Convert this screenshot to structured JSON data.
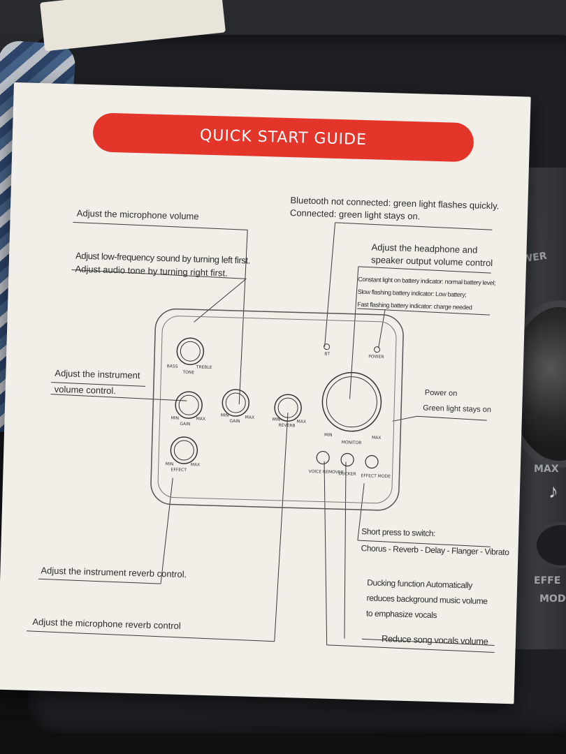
{
  "guide": {
    "title": "QUICK START GUIDE",
    "mic_volume": "Adjust the microphone volume",
    "bluetooth_line1": "Bluetooth not connected: green light flashes quickly.",
    "bluetooth_line2": "Connected: green light stays on.",
    "headphone_line1": "Adjust the headphone and",
    "headphone_line2": "speaker output volume control",
    "bass_line1": "Adjust low-frequency sound by turning left first.",
    "bass_line2": "Adjust audio tone by turning right first.",
    "battery_line1": "Constant light on battery indicator: normal battery level;",
    "battery_line2": "Slow flashing battery indicator: Low battery;",
    "battery_line3": "Fast flashing battery indicator: charge needed",
    "instrument_volume_line1": "Adjust the instrument",
    "instrument_volume_line2": "volume control.",
    "power_line1": "Power on",
    "power_line2": "Green light stays on",
    "effect_line1": "Short press to switch:",
    "effect_line2": "Chorus - Reverb - Delay - Flanger - Vibrato",
    "instrument_reverb": "Adjust the instrument reverb control.",
    "ducking_line1": "Ducking function  Automatically",
    "ducking_line2": "reduces background music volume",
    "ducking_line3": "to emphasize vocals",
    "mic_reverb": "Adjust the microphone reverb control",
    "voice_remover": "Reduce song vocals volume"
  },
  "mixer_labels": {
    "bass": "BASS",
    "treble": "TREBLE",
    "tone": "TONE",
    "min": "MIN",
    "max": "MAX",
    "gain": "GAIN",
    "effect": "EFFECT",
    "reverb": "REVERB",
    "bt": "BT",
    "power": "POWER",
    "monitor": "MONITOR",
    "voice_remover": "VOICE REMOVER",
    "ducker": "DUCKER",
    "effect_mode": "EFFECT MODE"
  },
  "device": {
    "power_text": "OWER",
    "max_text": "MAX",
    "effect_text": "EFFE",
    "mode_text": "MOD"
  },
  "colors": {
    "banner": "#e4352a",
    "card": "#f2efe8",
    "led": "#d8261a"
  }
}
